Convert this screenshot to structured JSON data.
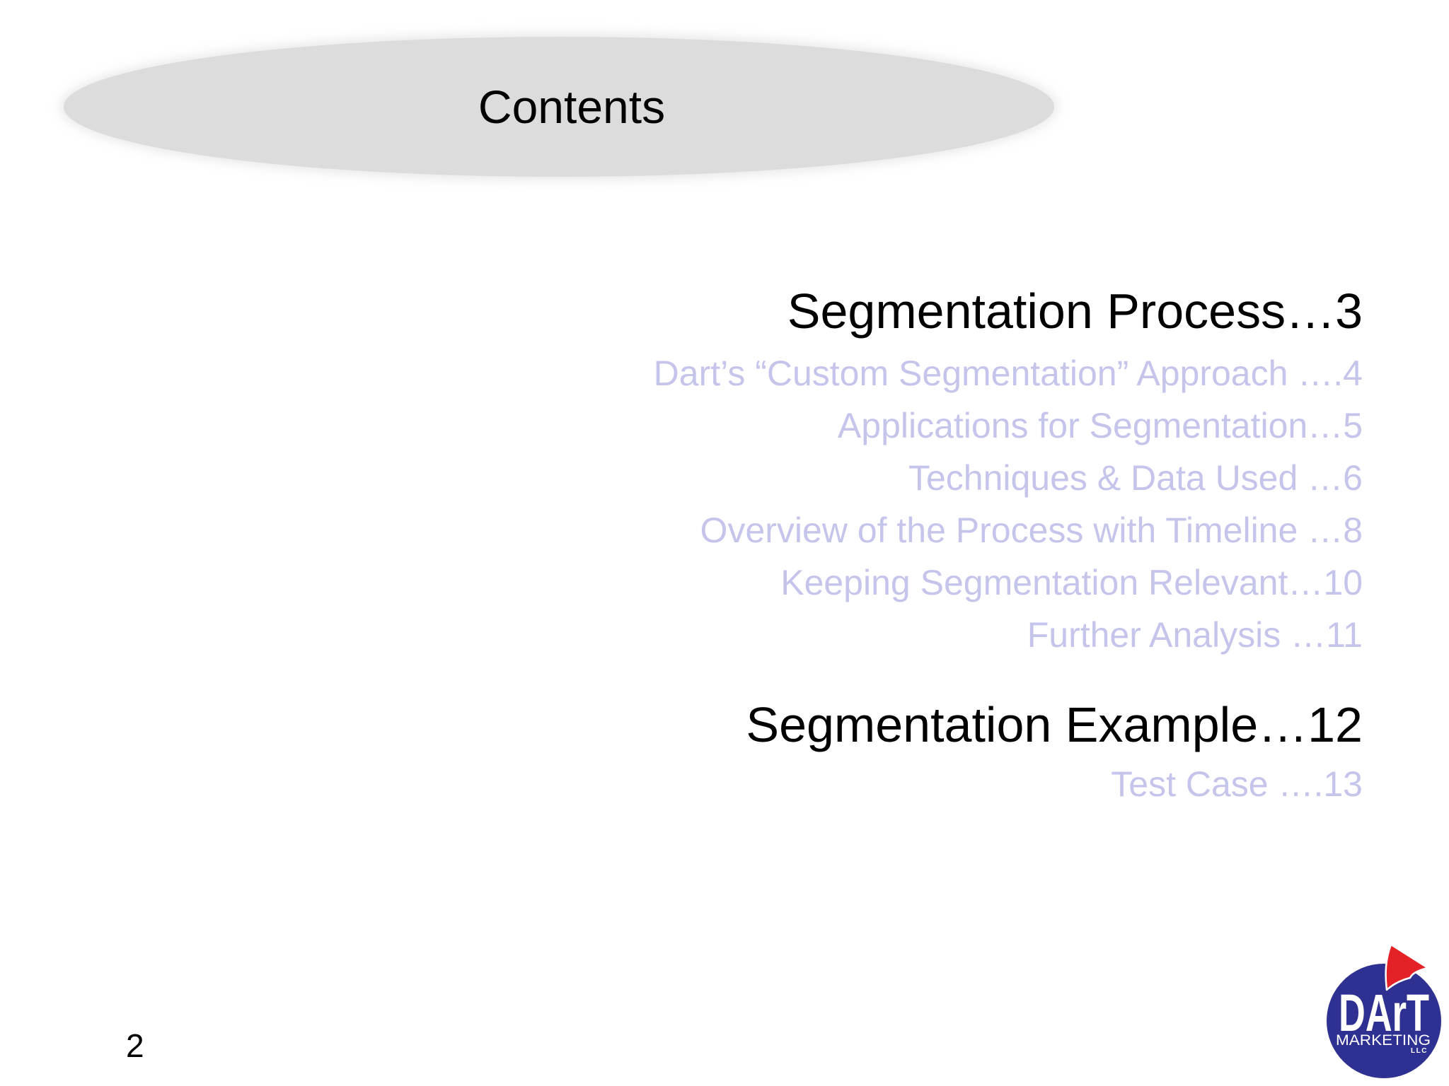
{
  "colors": {
    "background": "#ffffff",
    "banner_fill": "#dcdcdc",
    "heading_text": "#000000",
    "item_text": "#c5c5ec",
    "logo_blue": "#2e3192",
    "logo_red": "#e32127",
    "logo_text": "#ffffff"
  },
  "slide": {
    "title": "Contents",
    "page_number": "2"
  },
  "toc": {
    "sections": [
      {
        "heading": "Segmentation Process…3",
        "items": [
          "Dart’s “Custom Segmentation” Approach ….4",
          "Applications for Segmentation…5",
          "Techniques & Data Used …6",
          "Overview of the Process with Timeline …8",
          "Keeping Segmentation Relevant…10",
          "Further Analysis …11"
        ]
      },
      {
        "heading": "Segmentation Example…12",
        "items": [
          "Test Case ….13"
        ]
      }
    ]
  },
  "logo": {
    "brand": "DArT",
    "subtitle": "MARKETING",
    "suffix": "LLC"
  }
}
